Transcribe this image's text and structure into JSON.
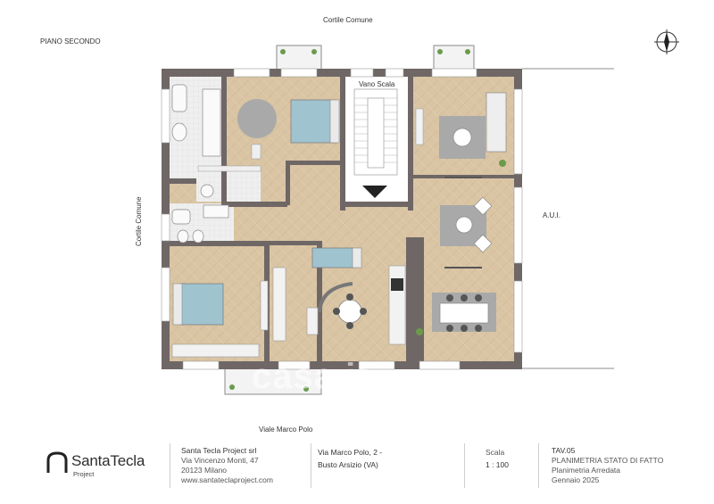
{
  "labels": {
    "floor": "PIANO SECONDO",
    "top_courtyard": "Cortile Comune",
    "left_courtyard": "Cortile Comune",
    "stair": "Vano Scala",
    "aui": "A.U.I.",
    "street": "Viale Marco Polo"
  },
  "watermark": "casa.it",
  "brand": {
    "name": "SantaTecla",
    "sub": "Project"
  },
  "company": {
    "name": "Santa Tecla Project srl",
    "address": "Via Vincenzo Monti, 47",
    "city": "20123 Milano",
    "web": "www.santateclaproject.com"
  },
  "property": {
    "line1": "Via Marco Polo, 2 -",
    "line2": "Busto Arsizio (VA)"
  },
  "scale": {
    "label": "Scala",
    "value": "1 : 100"
  },
  "sheet": {
    "code": "TAV.05",
    "title": "PLANIMETRIA STATO DI FATTO",
    "subtitle": "Planimetria Arredata",
    "date": "Gennaio 2025"
  },
  "colors": {
    "wall": "#6f6766",
    "floor": "#d8c3a2",
    "tile": "#eeeeee",
    "bed": "#9fc3cf",
    "rug": "#a9a9a9"
  }
}
